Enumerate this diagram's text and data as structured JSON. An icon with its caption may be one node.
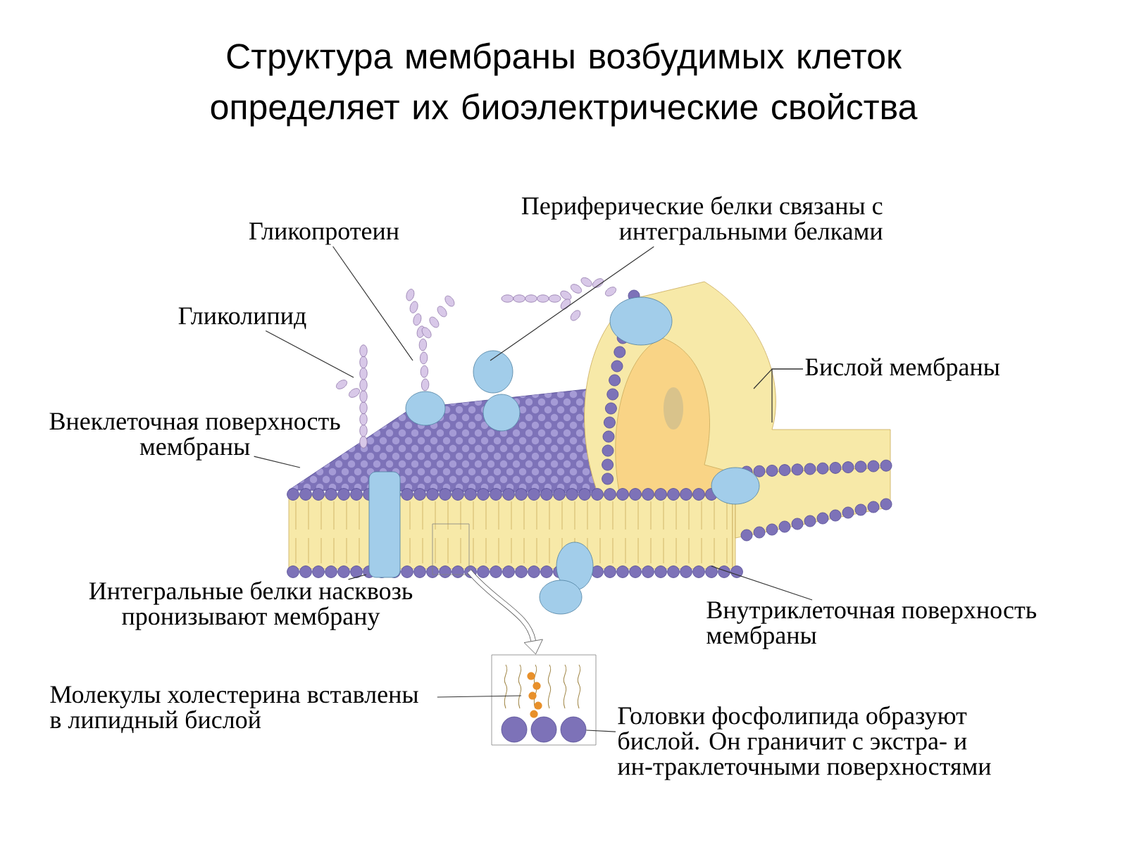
{
  "diagram": {
    "title": "Структура мембраны возбудимых клеток определяет их биоэлектрические свойства",
    "nodes": [
      {
        "text": [
          "Гликопротеин"
        ]
      },
      {
        "text": [
          "Периферические белки связаны с интегральными белками"
        ]
      },
      {
        "text": [
          "Гликолипид"
        ]
      },
      {
        "text": [
          "Бислой мембраны"
        ]
      },
      {
        "text": [
          "Внеклеточная поверхность мембраны"
        ]
      },
      {
        "text": [
          "Интегральные белки насквозь пронизывают мембрану"
        ]
      },
      {
        "text": [
          "Внутриклеточная поверхность мембраны"
        ]
      },
      {
        "text": [],
        "shape": "box"
      },
      {
        "text": [],
        "shape": "box"
      },
      {
        "text": [],
        "shape": "circle",
        "in": 8
      },
      {
        "text": [],
        "shape": "circle",
        "in": 8
      },
      {
        "text": [],
        "shape": "circle",
        "in": 8
      },
      {
        "text": [
          "Молекулы холестерина вставлены в липидный бислой"
        ]
      },
      {
        "text": [
          "Головки фосфолипида образуют бислой. Он граничит с экстра- и ин-траклеточными поверхностями"
        ]
      }
    ],
    "edges": [
      {
        "from": 0,
        "to": null,
        "arrow": "none"
      },
      {
        "from": 1,
        "to": null,
        "arrow": "none"
      },
      {
        "from": 2,
        "to": null,
        "arrow": "none"
      },
      {
        "from": 3,
        "to": null,
        "arrow": "none"
      },
      {
        "from": 3,
        "to": null,
        "arrow": "none"
      },
      {
        "from": 4,
        "to": null,
        "arrow": "none"
      },
      {
        "from": 5,
        "to": null,
        "arrow": "none"
      },
      {
        "from": 6,
        "to": null,
        "arrow": "none"
      },
      {
        "from": 7,
        "to": 8,
        "arrow": "to",
        "style": "thick"
      },
      {
        "from": 12,
        "to": null,
        "arrow": "none"
      },
      {
        "from": 13,
        "to": 11,
        "arrow": "none"
      }
    ]
  }
}
